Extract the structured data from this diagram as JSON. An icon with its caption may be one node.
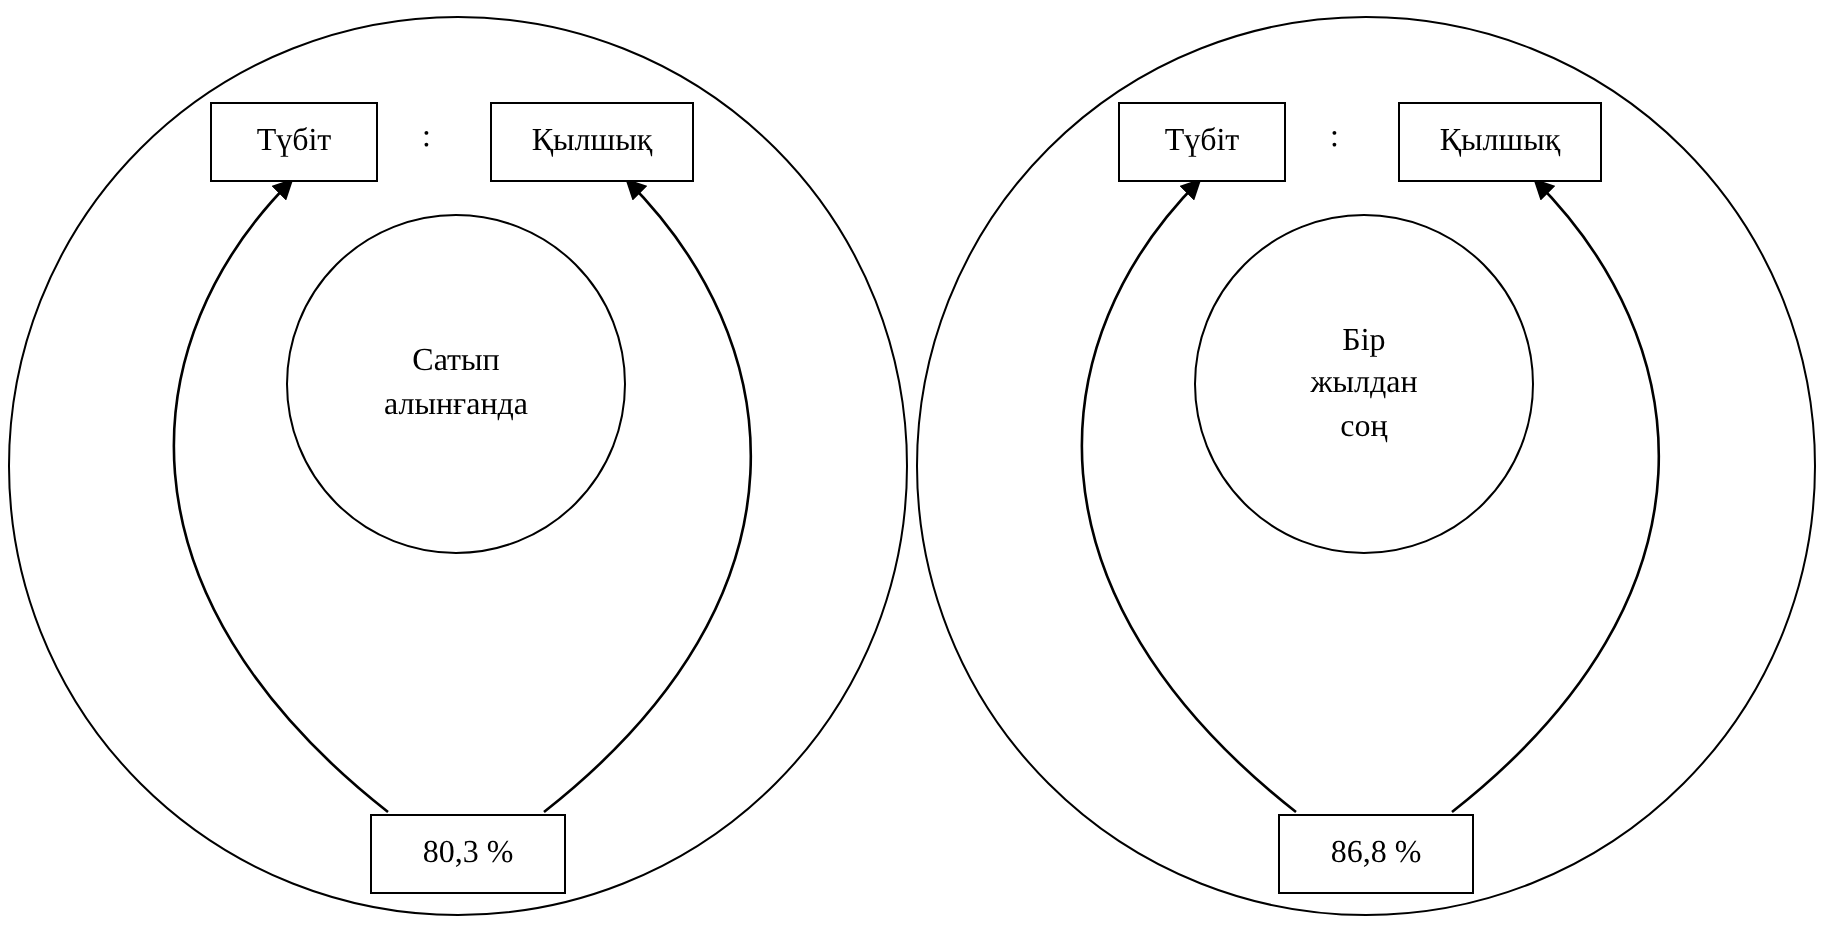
{
  "diagram": {
    "nodes": [
      {
        "text": [],
        "shape": "circle"
      },
      {
        "text": [
          "Түбіт"
        ],
        "in": 0
      },
      {
        "text": [
          "Қылшық"
        ],
        "in": 0
      },
      {
        "text": [
          "Сатып алынғанда"
        ],
        "in": 0
      },
      {
        "text": [
          "80,3 %"
        ],
        "in": 0
      },
      {
        "text": [],
        "shape": "circle"
      },
      {
        "text": [
          "Түбіт"
        ],
        "in": 5
      },
      {
        "text": [
          "Қылшық"
        ],
        "in": 5
      },
      {
        "text": [
          "Бір жылдан соң"
        ],
        "in": 5
      },
      {
        "text": [
          "86,8 %"
        ],
        "in": 5
      }
    ],
    "edges": [
      {
        "from": 4,
        "to": 1,
        "arrow": "to"
      },
      {
        "from": 4,
        "to": 2,
        "arrow": "to"
      },
      {
        "from": 9,
        "to": 6,
        "arrow": "to"
      },
      {
        "from": 9,
        "to": 7,
        "arrow": "to"
      }
    ],
    "labels": [
      ":",
      ":"
    ]
  }
}
